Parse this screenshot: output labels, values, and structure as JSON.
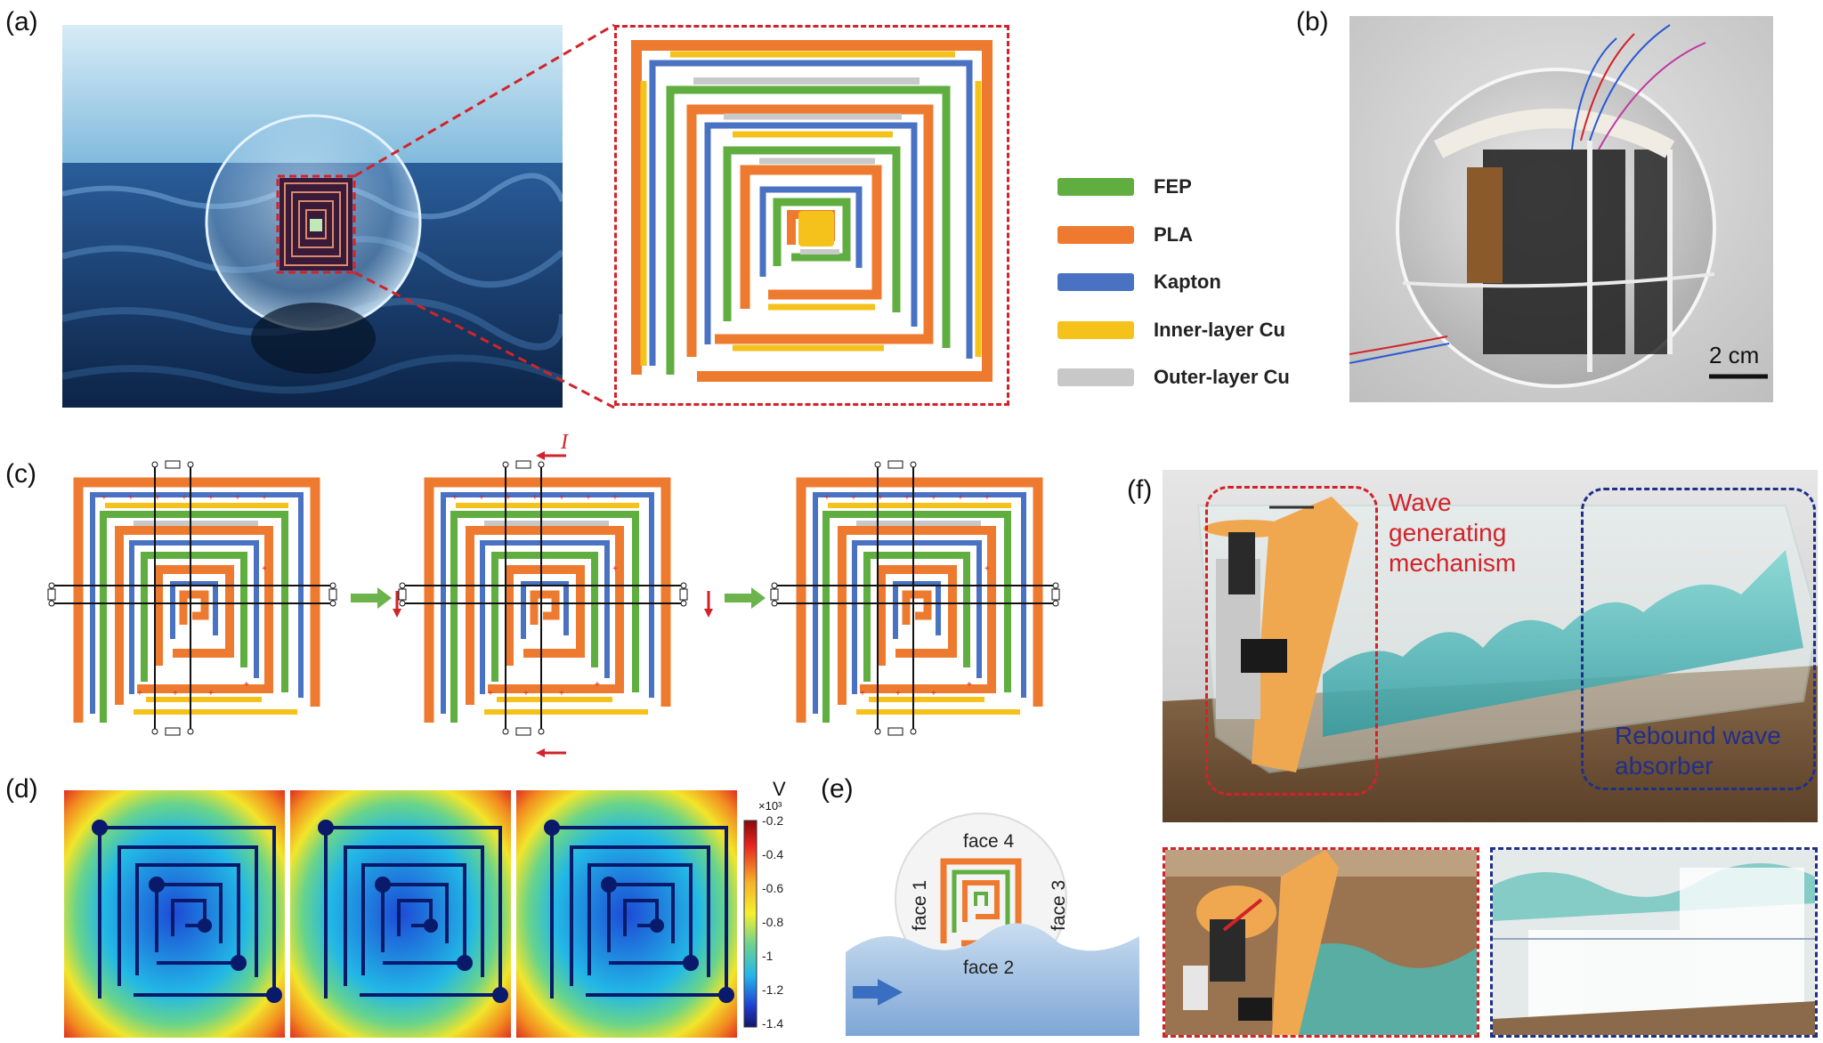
{
  "panels": {
    "a": "(a)",
    "b": "(b)",
    "c": "(c)",
    "d": "(d)",
    "e": "(e)",
    "f": "(f)"
  },
  "legend": [
    {
      "label": "FEP",
      "color": "#5fae3f"
    },
    {
      "label": "PLA",
      "color": "#ee7a30"
    },
    {
      "label": "Kapton",
      "color": "#4a72c2"
    },
    {
      "label": "Inner-layer Cu",
      "color": "#f5c21b"
    },
    {
      "label": "Outer-layer Cu",
      "color": "#c8c8c8"
    }
  ],
  "scalebar": "2 cm",
  "current_label": "I",
  "colorbar": {
    "unit": "V",
    "multiplier": "×10³",
    "ticks": [
      "-0.2",
      "-0.4",
      "-0.6",
      "-0.8",
      "-1",
      "-1.2",
      "-1.4"
    ]
  },
  "faces": {
    "f1": "face 1",
    "f2": "face 2",
    "f3": "face 3",
    "f4": "face 4"
  },
  "annotations": {
    "wave": "Wave generating mechanism",
    "rebound": "Rebound wave absorber"
  },
  "colors": {
    "fep": "#5fae3f",
    "pla": "#ee7a30",
    "kapton": "#4a72c2",
    "inner_cu": "#f5c21b",
    "outer_cu": "#c8c8c8",
    "dash_red": "#d2232a",
    "dash_blue": "#1f2f8a"
  }
}
